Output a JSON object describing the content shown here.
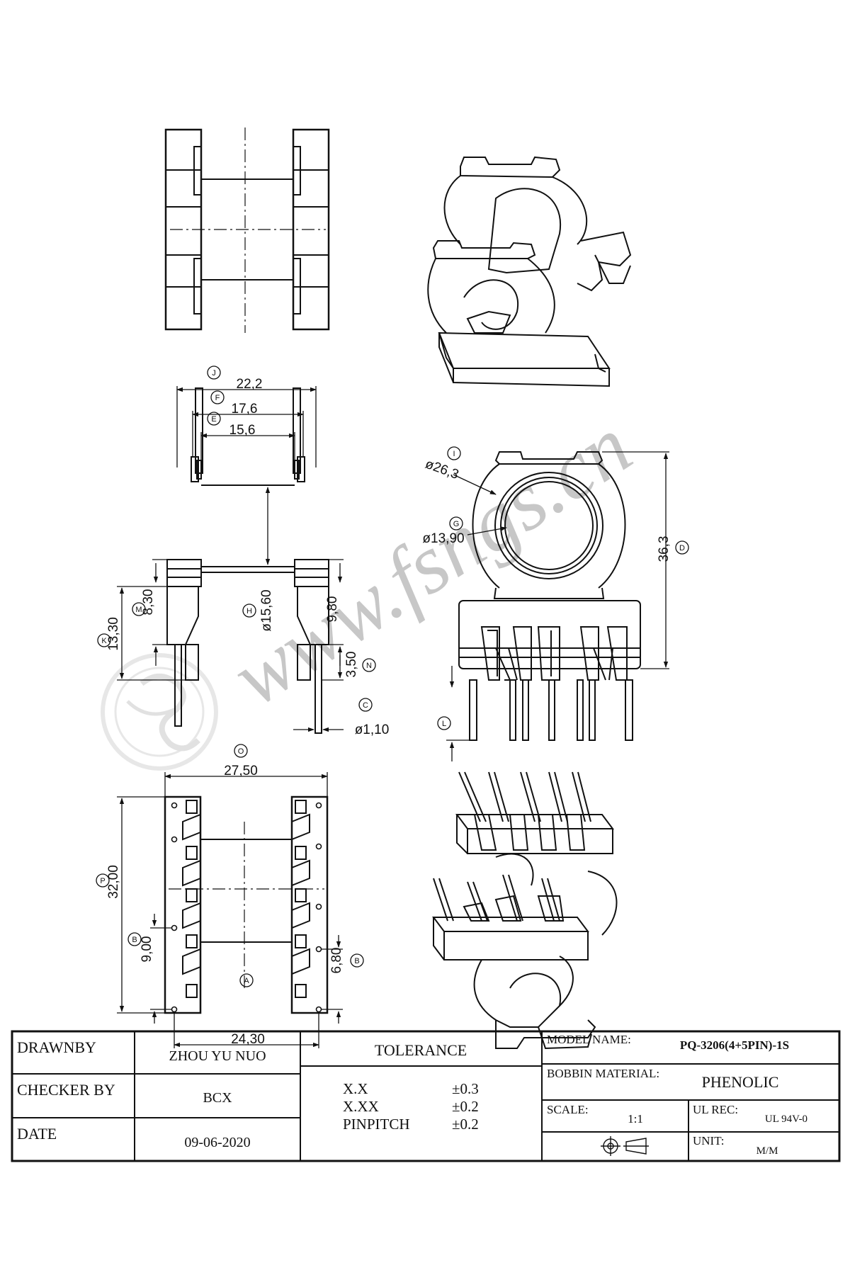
{
  "watermark": {
    "text": "www.fsngs.cn"
  },
  "dimensions": {
    "J": {
      "label": "J",
      "value": "22,2"
    },
    "F": {
      "label": "F",
      "value": "17,6"
    },
    "E": {
      "label": "E",
      "value": "15,6"
    },
    "H": {
      "label": "H",
      "value": "ø15,60"
    },
    "K": {
      "label": "K",
      "value": "13,30"
    },
    "M": {
      "label": "M",
      "value": "8,30"
    },
    "R": {
      "value": "9,80"
    },
    "N": {
      "label": "N",
      "value": "3,50"
    },
    "C": {
      "label": "C",
      "value": "ø1,10"
    },
    "I": {
      "label": "I",
      "value": "ø26,3"
    },
    "G": {
      "label": "G",
      "value": "ø13,90"
    },
    "D": {
      "label": "D",
      "value": "36,3"
    },
    "L": {
      "label": "L"
    },
    "O": {
      "label": "O",
      "value": "27,50"
    },
    "P": {
      "label": "P",
      "value": "32,00"
    },
    "B1": {
      "label": "B",
      "value": "9,00"
    },
    "B2": {
      "label": "B",
      "value": "6,80"
    },
    "A": {
      "label": "A",
      "value": "24,30"
    }
  },
  "title_block": {
    "drawn_by_label": "DRAWNBY",
    "drawn_by": "ZHOU YU NUO",
    "checker_label": "CHECKER BY",
    "checker": "BCX",
    "date_label": "DATE",
    "date": "09-06-2020",
    "tolerance_label": "TOLERANCE",
    "tolerances": [
      {
        "name": "X.X",
        "value": "±0.3"
      },
      {
        "name": "X.XX",
        "value": "±0.2"
      },
      {
        "name": "PINPITCH",
        "value": "±0.2"
      }
    ],
    "model_label": "MODEL NAME:",
    "model": "PQ-3206(4+5PIN)-1S",
    "material_label": "BOBBIN MATERIAL:",
    "material": "PHENOLIC",
    "scale_label": "SCALE:",
    "scale": "1:1",
    "ul_label": "UL REC:",
    "ul": "UL 94V-0",
    "unit_label": "UNIT:",
    "unit": "M/M"
  }
}
